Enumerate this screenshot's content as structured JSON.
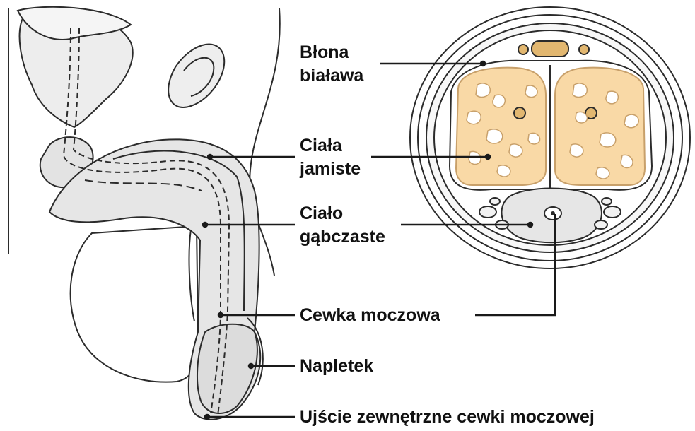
{
  "labels": {
    "tunica_albuginea": [
      "Błona",
      "biaława"
    ],
    "corpora_cavernosa": [
      "Ciała",
      "jamiste"
    ],
    "corpus_spongiosum": [
      "Ciało",
      "gąbczaste"
    ],
    "urethra": "Cewka moczowa",
    "foreskin": "Napletek",
    "external_urethral_orifice": "Ujście zewnętrzne cewki moczowej"
  },
  "colors": {
    "line": "#2b2b2b",
    "body_fill": "#e6e6e6",
    "light_fill": "#f2f2f2",
    "erectile_tissue": "#f9d9a6",
    "erectile_outline": "#c8a06a",
    "vessel": "#e2b770",
    "background": "#ffffff"
  }
}
